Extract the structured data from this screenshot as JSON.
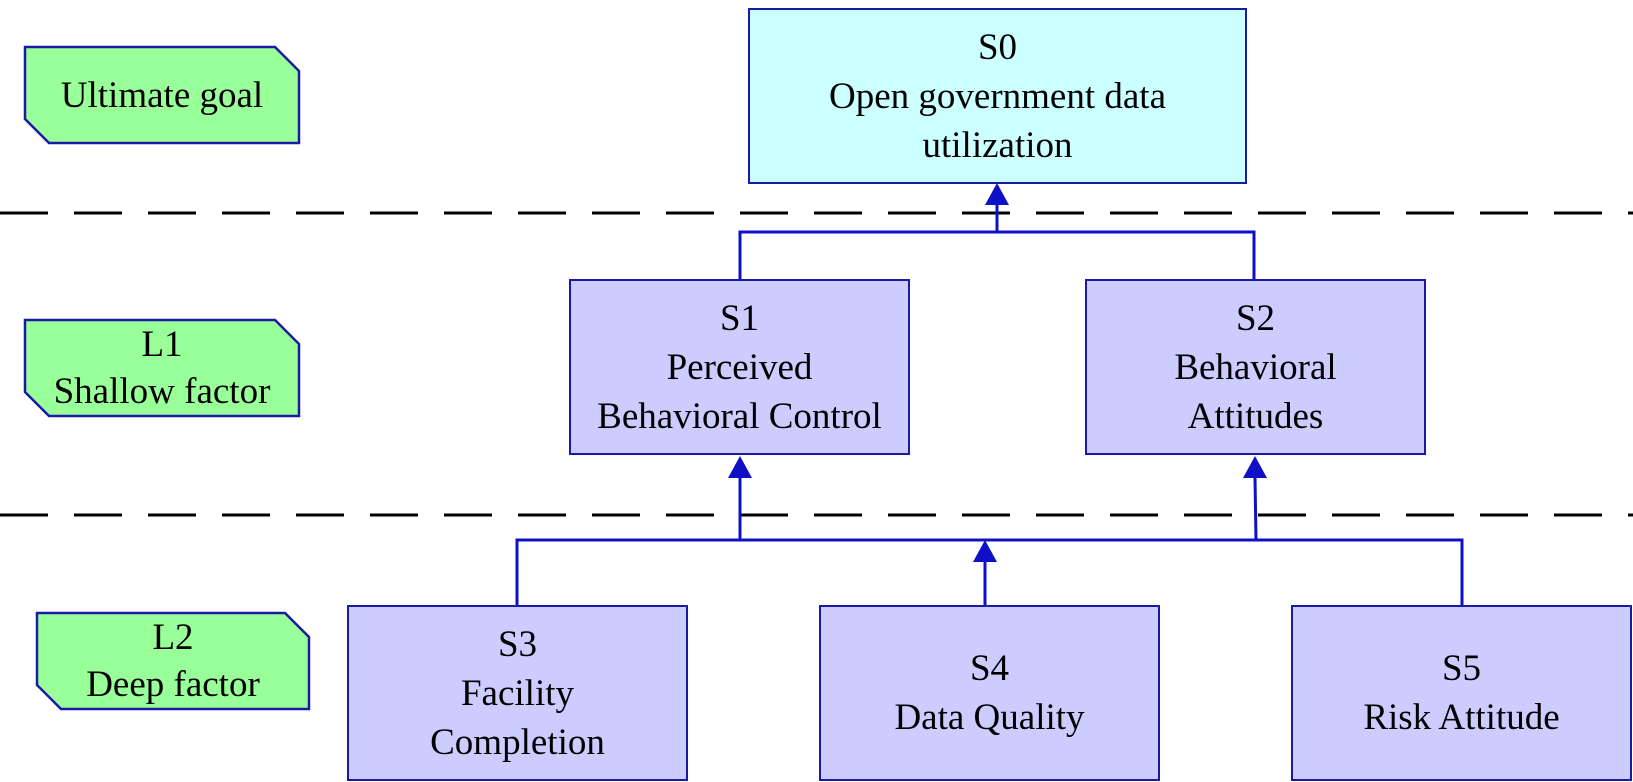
{
  "colors": {
    "level_fill": "#99ff99",
    "level_border": "#1a1aa6",
    "top_fill": "#ccffff",
    "factor_fill": "#ccccff",
    "node_border": "#1a1aa6",
    "connector": "#0f0fc8",
    "divider": "#000000"
  },
  "levels": {
    "goal": {
      "label": "Ultimate goal"
    },
    "l1": {
      "code": "L1",
      "label": "Shallow factor"
    },
    "l2": {
      "code": "L2",
      "label": "Deep factor"
    }
  },
  "nodes": {
    "s0": {
      "id": "S0",
      "lines": [
        "Open government data",
        "utilization"
      ]
    },
    "s1": {
      "id": "S1",
      "lines": [
        "Perceived",
        "Behavioral Control"
      ]
    },
    "s2": {
      "id": "S2",
      "lines": [
        "Behavioral",
        "Attitudes"
      ]
    },
    "s3": {
      "id": "S3",
      "lines": [
        "Facility",
        "Completion"
      ]
    },
    "s4": {
      "id": "S4",
      "lines": [
        "Data Quality"
      ]
    },
    "s5": {
      "id": "S5",
      "lines": [
        "Risk Attitude"
      ]
    }
  },
  "edges": [
    {
      "from": [
        "S1",
        "S2"
      ],
      "to": "S0"
    },
    {
      "from": [
        "S3",
        "S4",
        "S5"
      ],
      "to": "S1"
    },
    {
      "from": [
        "S3",
        "S4",
        "S5"
      ],
      "to": "S2"
    }
  ]
}
